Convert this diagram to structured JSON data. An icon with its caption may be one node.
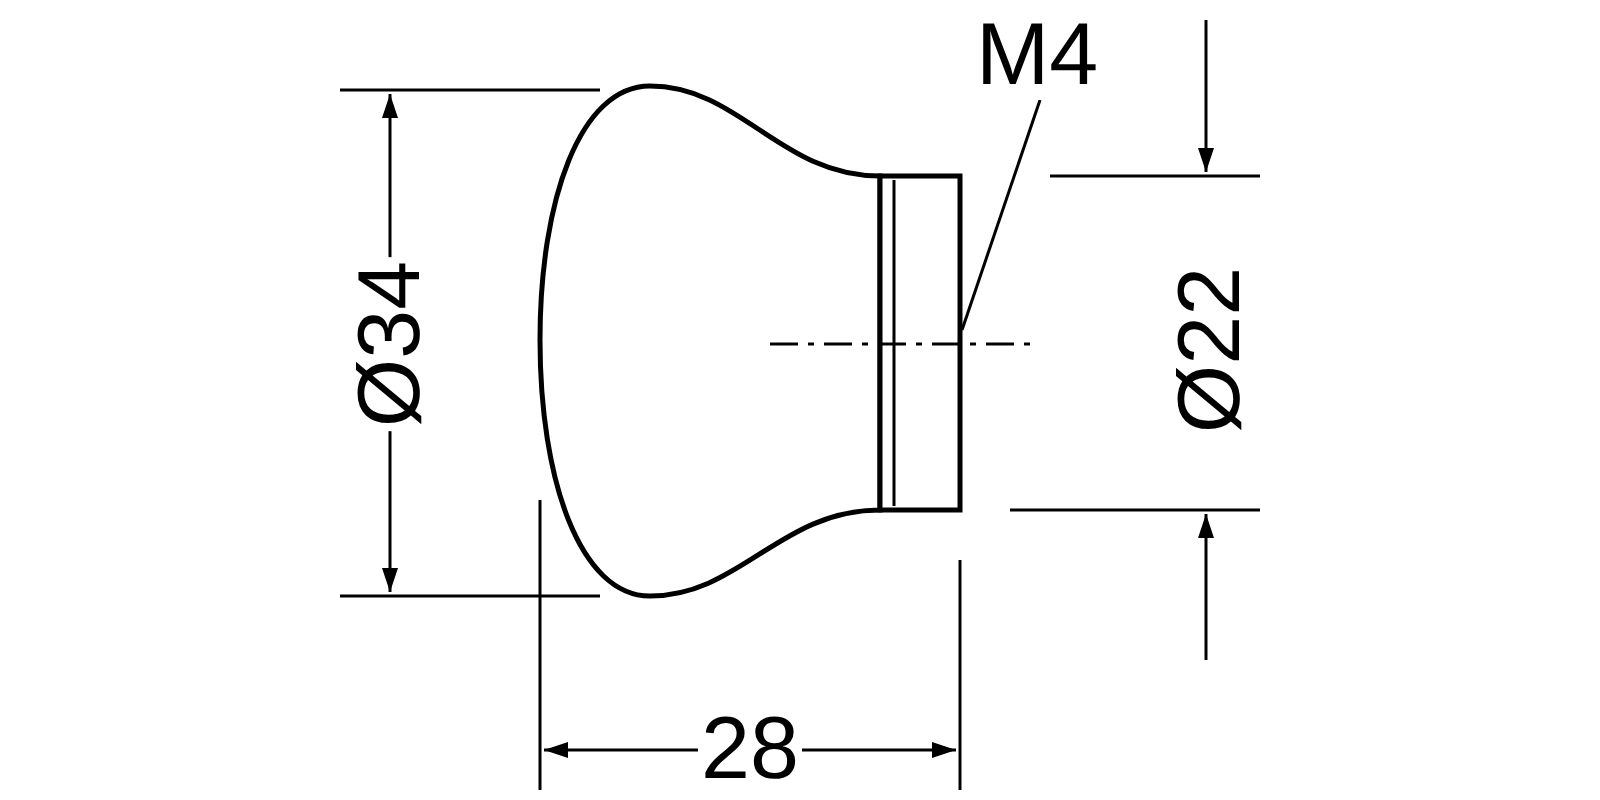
{
  "diagram": {
    "nodes": [
      {
        "text": [
          "M4"
        ]
      },
      {
        "text": [],
        "shape": "picture"
      }
    ],
    "edges": [
      {
        "from": 0,
        "to": 1,
        "arrow": "none"
      }
    ],
    "labels": [
      "Ø34",
      "Ø22",
      "28"
    ]
  }
}
